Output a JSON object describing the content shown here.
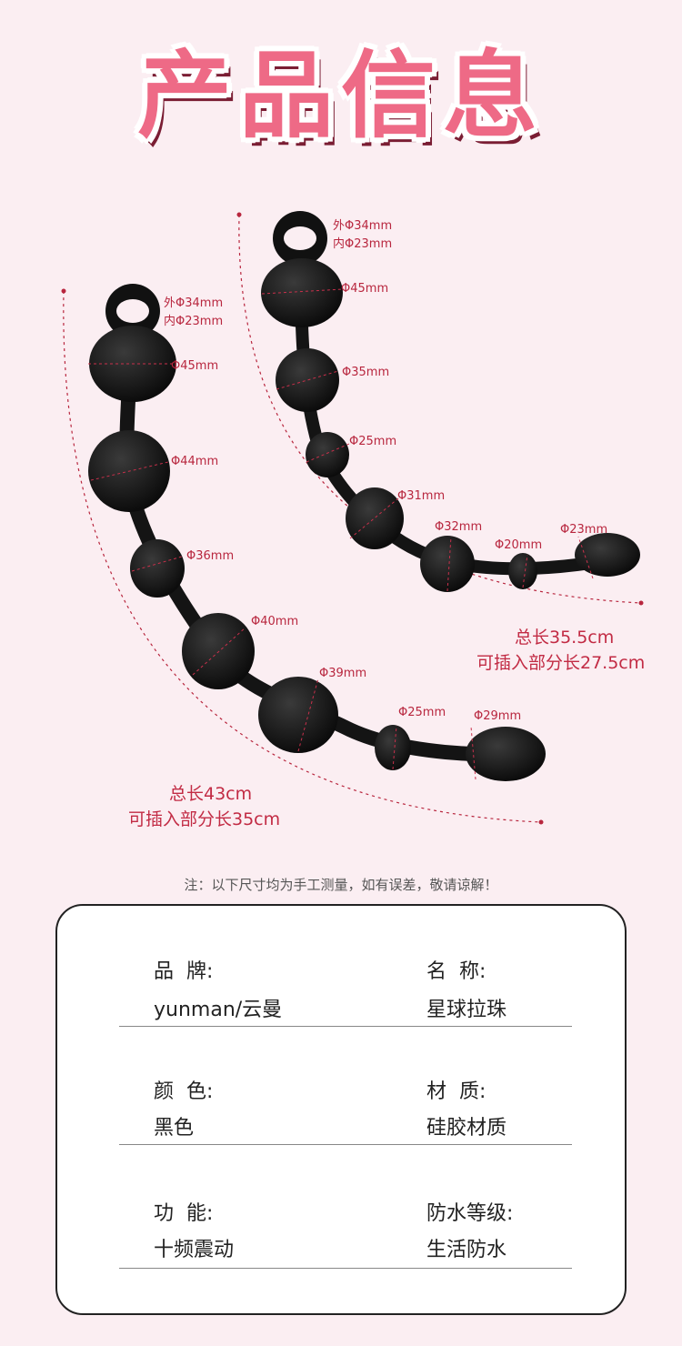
{
  "title": "产品信息",
  "left_product": {
    "ring_outer": "外Φ34mm",
    "ring_inner": "内Φ23mm",
    "beads": [
      "Φ45mm",
      "Φ44mm",
      "Φ36mm",
      "Φ40mm",
      "Φ39mm",
      "Φ25mm",
      "Φ29mm"
    ],
    "total_length": "总长43cm",
    "insert_length": "可插入部分长35cm"
  },
  "right_product": {
    "ring_outer": "外Φ34mm",
    "ring_inner": "内Φ23mm",
    "beads": [
      "Φ45mm",
      "Φ35mm",
      "Φ25mm",
      "Φ31mm",
      "Φ32mm",
      "Φ20mm",
      "Φ23mm"
    ],
    "total_length": "总长35.5cm",
    "insert_length": "可插入部分长27.5cm"
  },
  "note": "注：以下尺寸均为手工测量，如有误差，敬请谅解！",
  "specs": [
    {
      "label_left": "品  牌:",
      "value_left": "yunman/云曼",
      "label_right": "名  称:",
      "value_right": "星球拉珠"
    },
    {
      "label_left": "颜  色:",
      "value_left": "黑色",
      "label_right": "材  质:",
      "value_right": "硅胶材质"
    },
    {
      "label_left": "功  能:",
      "value_left": "十频震动",
      "label_right": "防水等级:",
      "value_right": "生活防水"
    }
  ],
  "colors": {
    "background": "#fbeef2",
    "title": "#ee6a86",
    "dimension": "#b8263e",
    "product": "#1a1a1a"
  }
}
